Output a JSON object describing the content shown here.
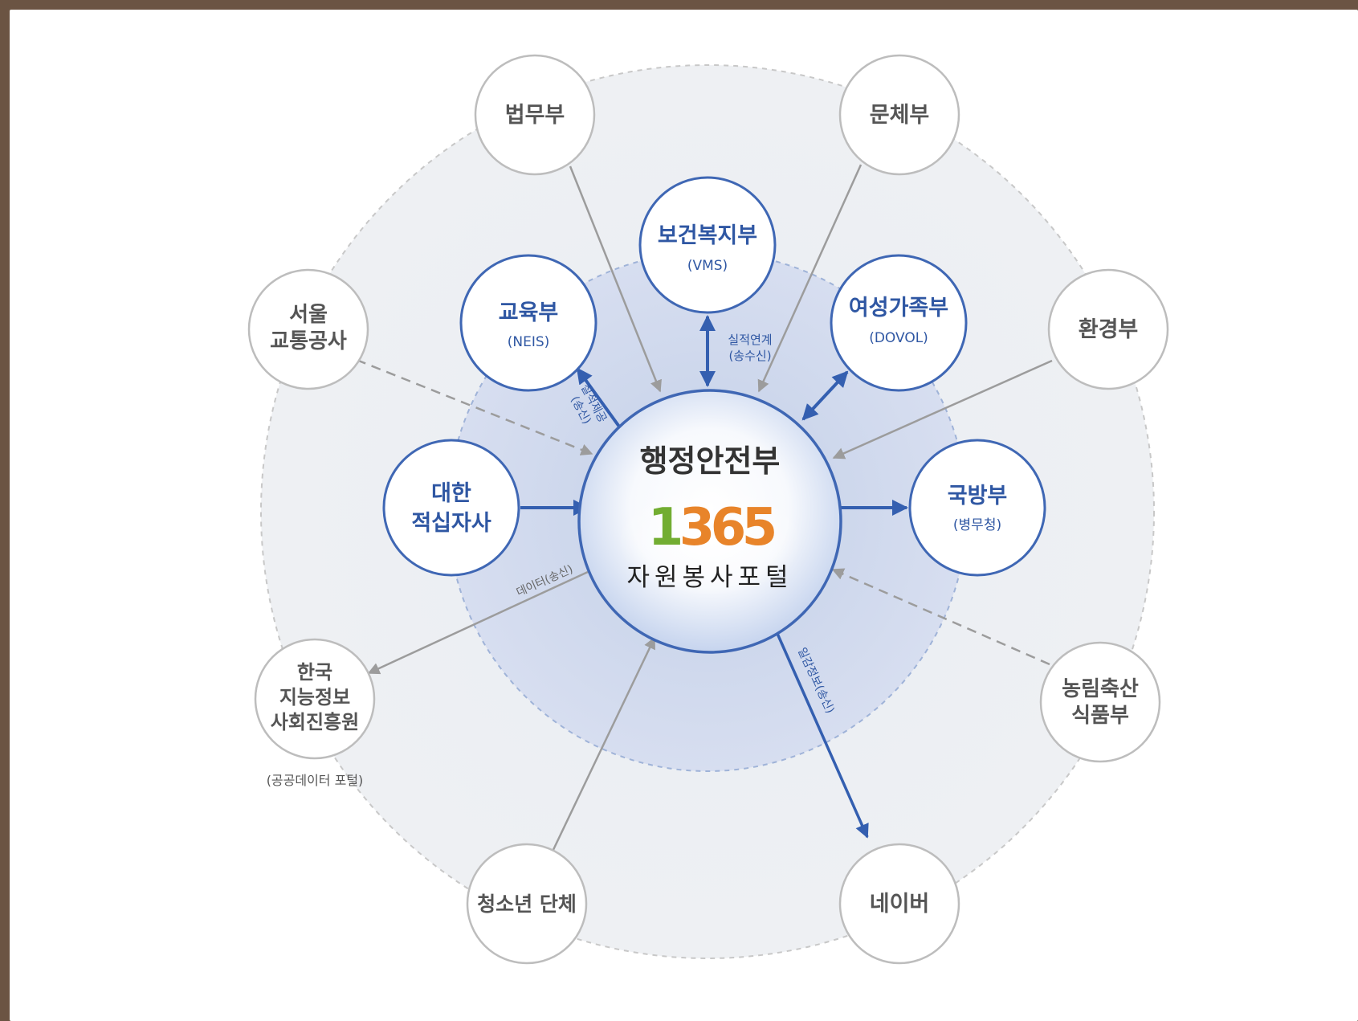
{
  "center": {
    "title": "행정안전부",
    "logo_number": "1365",
    "logo_subtitle": "자원봉사포털"
  },
  "inner_nodes": {
    "health": {
      "name": "보건복지부",
      "system": "(VMS)"
    },
    "education": {
      "name": "교육부",
      "system": "(NEIS)"
    },
    "gender": {
      "name": "여성가족부",
      "system": "(DOVOL)"
    },
    "redcross": {
      "line1": "대한",
      "line2": "적십자사"
    },
    "defense": {
      "name": "국방부",
      "system": "(병무청)"
    }
  },
  "outer_nodes": {
    "justice": "법무부",
    "culture": "문체부",
    "metro": {
      "line1": "서울",
      "line2": "교통공사"
    },
    "environment": "환경부",
    "nia": {
      "line1": "한국",
      "line2": "지능정보",
      "line3": "사회진흥원",
      "caption": "(공공데이터 포털)"
    },
    "agriculture": {
      "line1": "농림축산",
      "line2": "식품부"
    },
    "youth": "청소년 단체",
    "naver": "네이버"
  },
  "edge_labels": {
    "health_link": {
      "line1": "실적연계",
      "line2": "(송수신)"
    },
    "education_link": {
      "line1": "실적제공",
      "line2": "(송신)"
    },
    "data_send": "데이터(송신)",
    "naver_send": "일감정보(송신)"
  },
  "colors": {
    "inner_stroke": "#3f67b4",
    "inner_text": "#2f57a3",
    "outer_stroke": "#bdbdbd",
    "outer_text": "#555555",
    "center_text": "#333333",
    "logo_green": "#72ad32",
    "logo_orange": "#e8842a",
    "arrow_blue": "#345fb0",
    "arrow_gray": "#9c9c9c"
  }
}
